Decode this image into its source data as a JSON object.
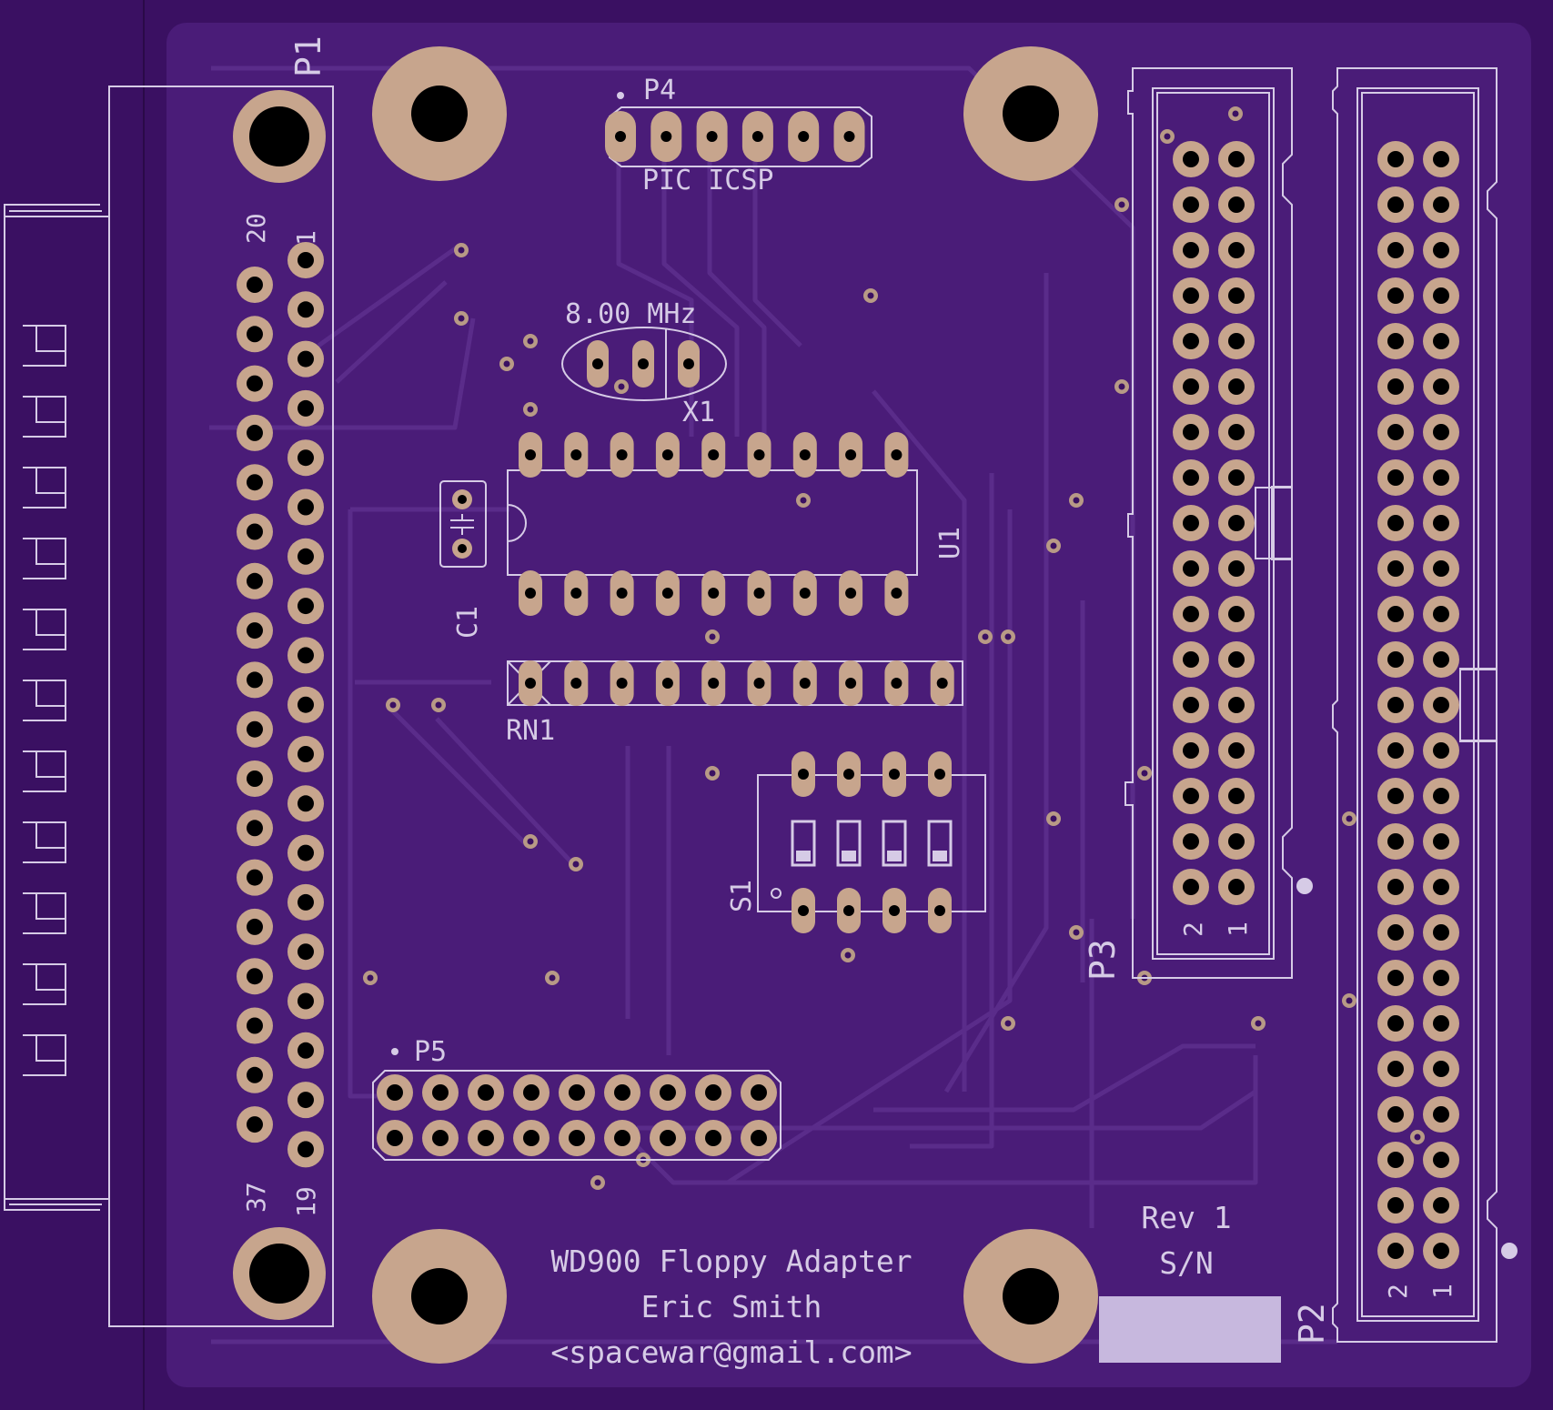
{
  "colors": {
    "substrate": "#3a1062",
    "soldermask": "#4a1c78",
    "pad": "#c7a58d",
    "drill": "#000000",
    "silkscreen": "#d6cbe6",
    "via": "#b89a86",
    "trace": "#5a2c8a"
  },
  "refdes": {
    "p1": "P1",
    "p2": "P2",
    "p3": "P3",
    "p4": "P4",
    "p5": "P5",
    "u1": "U1",
    "c1": "C1",
    "x1": "X1",
    "rn1": "RN1",
    "s1": "S1"
  },
  "labels": {
    "p4_function": "PIC ICSP",
    "crystal_value": "8.00 MHz",
    "p1_pin20": "20",
    "p1_pin1": "1",
    "p1_pin37": "37",
    "p1_pin19": "19",
    "p3_pin2": "2",
    "p3_pin1": "1",
    "p2_pin2": "2",
    "p2_pin1": "1"
  },
  "board_text": {
    "title": "WD900 Floppy Adapter",
    "author": "Eric Smith",
    "email": "<spacewar@gmail.com>",
    "revision": "Rev 1",
    "serial_label": "S/N"
  }
}
